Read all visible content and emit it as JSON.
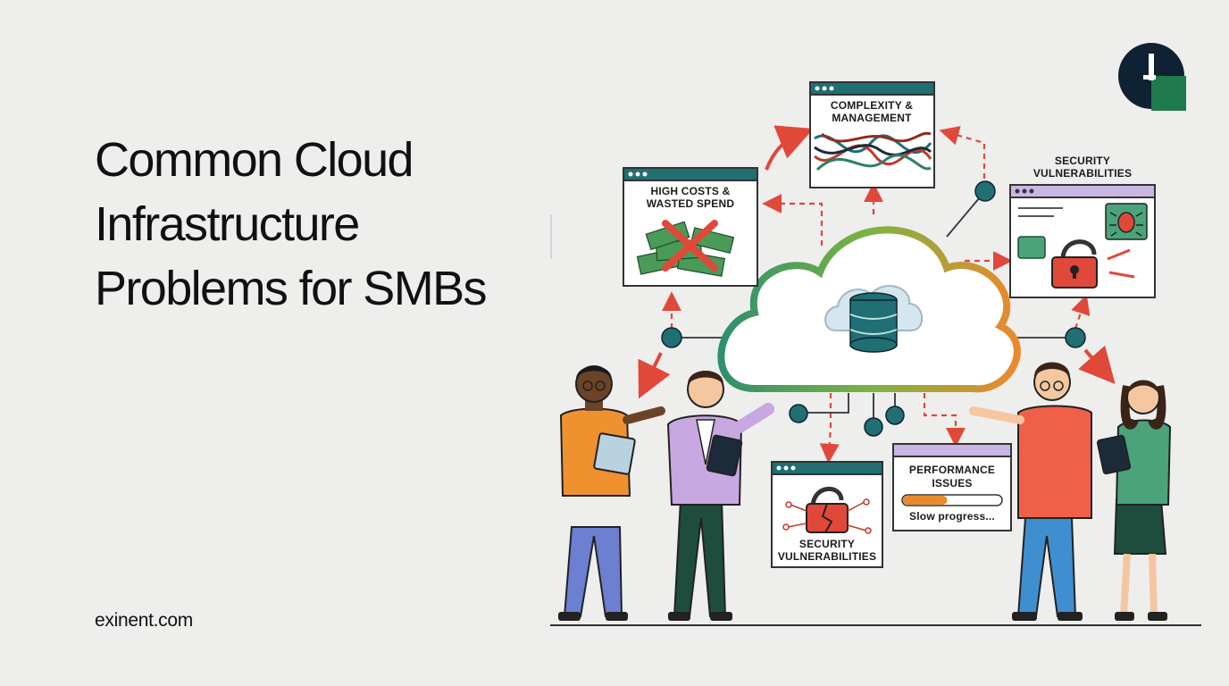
{
  "headline": {
    "line1": "Common Cloud",
    "line2": "Infrastructure",
    "line3": "Problems for SMBs"
  },
  "site_url": "exinent.com",
  "colors": {
    "background": "#eeeeed",
    "logo_navy": "#0e2233",
    "logo_green": "#1f7a4e",
    "teal": "#1f6f73",
    "arrow_red": "#e0483a"
  },
  "cards": {
    "costs": {
      "line1": "HIGH COSTS &",
      "line2": "WASTED SPEND"
    },
    "complexity": {
      "line1": "COMPLEXITY &",
      "line2": "MANAGEMENT"
    },
    "security_top": {
      "line1": "SECURITY",
      "line2": "VULNERABILITIES"
    },
    "security_bottom": {
      "line1": "SECURITY",
      "line2": "VULNERABILITIES"
    },
    "performance": {
      "line1": "PERFORMANCE",
      "line2": "ISSUES",
      "progress_text": "Slow progress...",
      "progress": 0.45
    }
  }
}
